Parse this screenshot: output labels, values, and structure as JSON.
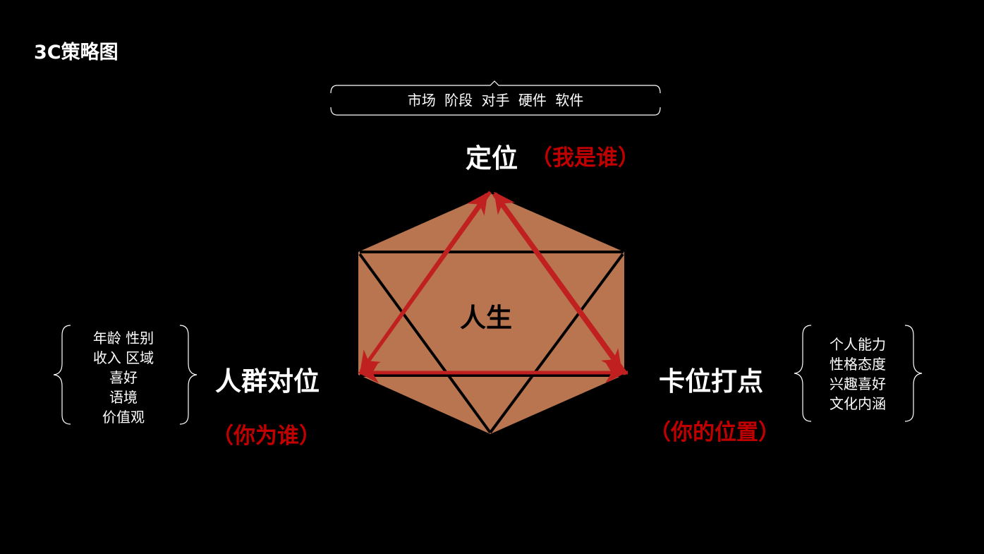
{
  "title": "3C策略图",
  "top": {
    "items": "市场  阶段  对手  硬件  软件",
    "label": "定位",
    "sub": "（我是谁）"
  },
  "center": "人生",
  "left": {
    "items": [
      "年龄 性别",
      "收入 区域",
      "喜好",
      "语境",
      "价值观"
    ],
    "label": "人群对位",
    "sub": "（你为谁）"
  },
  "right": {
    "items": [
      "个人能力",
      "性格态度",
      "兴趣喜好",
      "文化内涵"
    ],
    "label": "卡位打点",
    "sub": "（你的位置）"
  },
  "colors": {
    "hexagon": "#b87550",
    "arrow": "#c0201f",
    "accent": "#c00000"
  }
}
